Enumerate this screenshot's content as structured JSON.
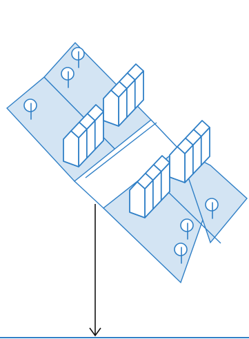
{
  "colors": {
    "background": "#ffffff",
    "outline": "#2f7fc6",
    "lot_fill": "#d3e4f3",
    "street_fill": "#ffffff",
    "house_wall": "#ffffff",
    "house_roof": "#ffffff",
    "tree_fill": "#ffffff",
    "arrow": "#111111",
    "ground_line": "#2f7fc6"
  },
  "diagram": {
    "icons": [
      "house-icon",
      "tree-icon",
      "arrow-down-icon"
    ],
    "house_count": 4,
    "tree_count": 6,
    "upper_lots": 2,
    "lower_lots": 2
  }
}
